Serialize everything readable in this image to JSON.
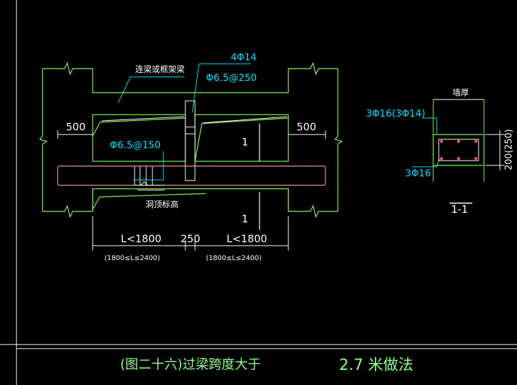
{
  "colors": {
    "background": "#000000",
    "structure": "#7cff4c",
    "rebar": "#ffffff",
    "annotation": "#00e5ff",
    "pipe": "#e59a9a",
    "title_text": "#8cff8c",
    "frame": "#ffffff"
  },
  "labels": {
    "beam_note": "连梁或框架梁",
    "top_bars": "4Φ14",
    "stirrup_top": "Φ6.5@250",
    "stirrup_bottom": "Φ6.5@150",
    "anchor_left": "500",
    "anchor_right": "500",
    "section_mark_upper": "1",
    "section_mark_lower": "1",
    "opening_elevation": "洞顶标高",
    "span_left": "L<1800",
    "span_middle": "250",
    "span_right": "L<1800",
    "range_left": "(1800≤L≤2400)",
    "range_right": "(1800≤L≤2400)"
  },
  "section": {
    "wall_thickness": "墙厚",
    "top_bars": "3Φ16(3Φ14)",
    "bottom_bars": "3Φ16",
    "height": "200(250)",
    "name": "1-1"
  },
  "title_block": {
    "caption": "(图二十六)过梁跨度大于",
    "value": "2.7  米做法"
  }
}
